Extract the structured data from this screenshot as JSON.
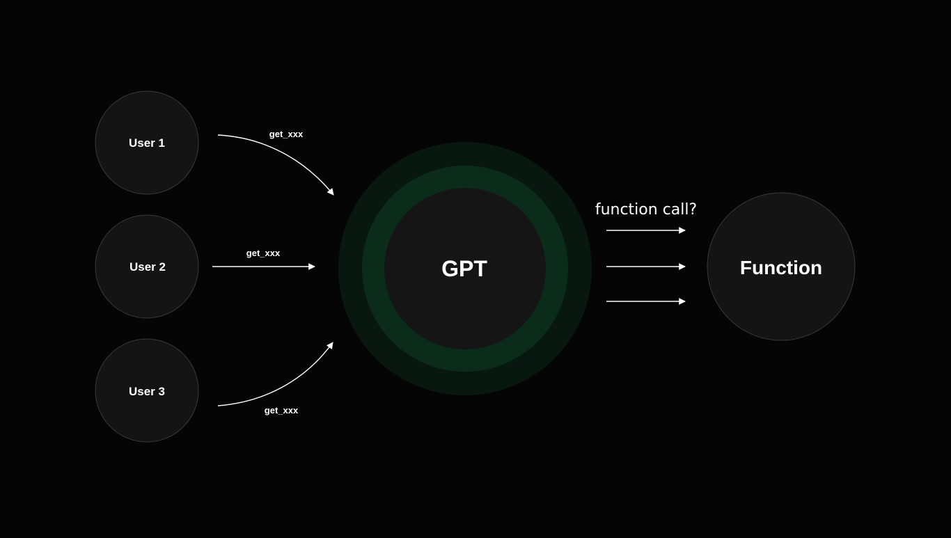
{
  "diagram": {
    "users": [
      {
        "label": "User 1"
      },
      {
        "label": "User 2"
      },
      {
        "label": "User 3"
      }
    ],
    "edges": [
      {
        "label": "get_xxx"
      },
      {
        "label": "get_xxx"
      },
      {
        "label": "get_xxx"
      }
    ],
    "center": {
      "label": "GPT"
    },
    "output_label": "function call?",
    "target": {
      "label": "Function"
    },
    "colors": {
      "background": "#050505",
      "node_fill": "#141414",
      "node_stroke": "#3a3a3a",
      "ring_outer": "#08170f",
      "ring_inner": "#0b2c1a",
      "text": "#ffffff"
    }
  }
}
